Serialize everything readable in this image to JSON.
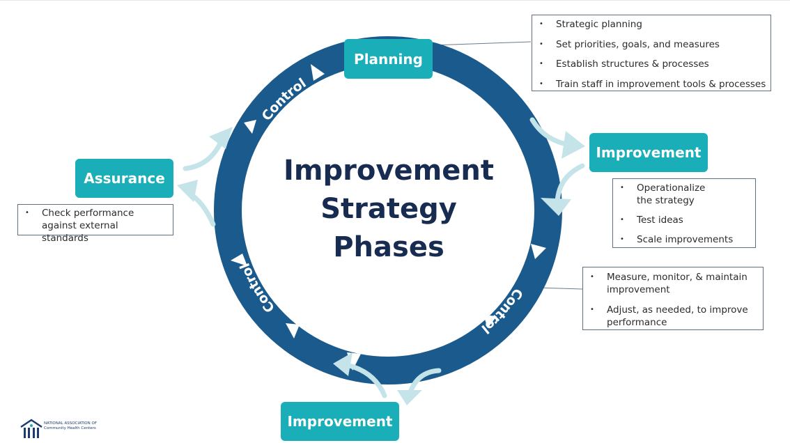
{
  "diagram": {
    "center_title_lines": [
      "Improvement",
      "Strategy",
      "Phases"
    ],
    "ring_labels": {
      "upper_left": "Control",
      "right": "Control",
      "lower_left": "Control"
    },
    "phases": {
      "top": "Planning",
      "right": "Improvement",
      "bottom": "Improvement",
      "left": "Assurance"
    },
    "notes": {
      "planning": [
        "Strategic planning",
        "Set priorities, goals, and measures",
        "Establish structures & processes",
        "Train staff in improvement tools & processes"
      ],
      "improvement": [
        "Operationalize the strategy",
        "Test ideas",
        "Scale improvements"
      ],
      "control": [
        "Measure, monitor, & maintain improvement",
        "Adjust, as needed, to improve performance"
      ],
      "assurance": [
        "Check performance against external standards"
      ]
    },
    "colors": {
      "ring": "#1b5a8c",
      "phase_box": "#1aafb8",
      "light_arrow": "#c4e4ea",
      "title": "#182b50"
    }
  },
  "logo": {
    "line1": "NATIONAL ASSOCIATION OF",
    "line2": "Community Health Centers"
  }
}
